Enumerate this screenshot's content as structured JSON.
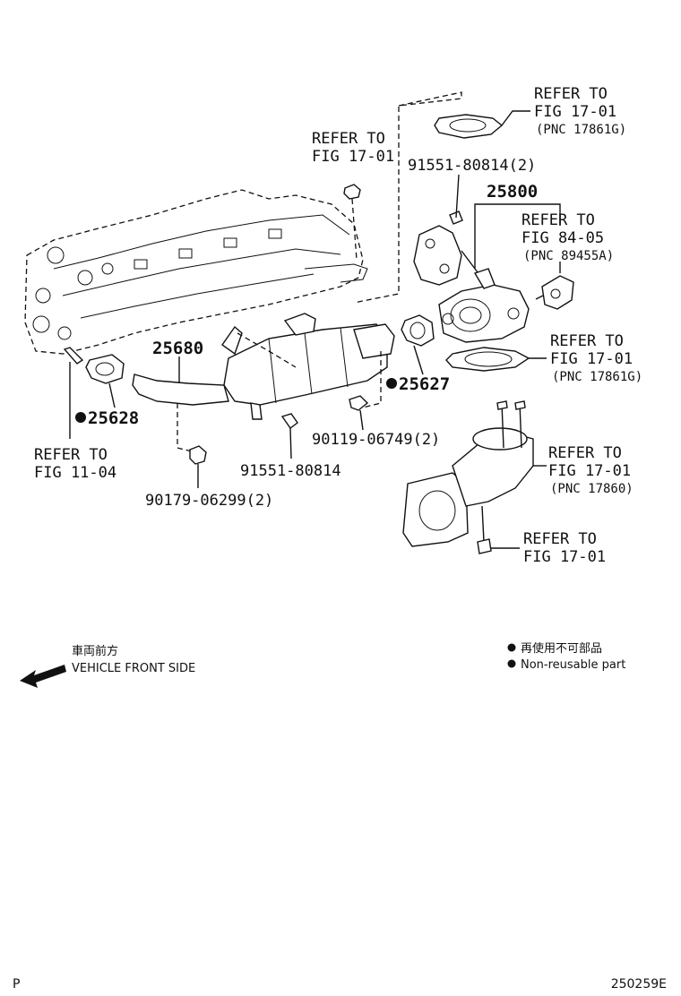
{
  "labels": {
    "refer_top_right_1": "REFER TO",
    "refer_top_right_2": "FIG 17-01",
    "refer_top_right_3": "(PNC 17861G)",
    "refer_top_mid_1": "REFER TO",
    "refer_top_mid_2": "FIG 17-01",
    "bolt_91551_2": "91551-80814(2)",
    "part_25800": "25800",
    "refer_84_1": "REFER TO",
    "refer_84_2": "FIG 84-05",
    "refer_84_3": "(PNC 89455A)",
    "part_25680": "25680",
    "refer_mid_right_1": "REFER TO",
    "refer_mid_right_2": "FIG 17-01",
    "refer_mid_right_3": "(PNC 17861G)",
    "part_25627": "25627",
    "part_25628": "25628",
    "bolt_90119": "90119-06749(2)",
    "refer_11_1": "REFER TO",
    "refer_11_2": "FIG 11-04",
    "bolt_91551_single": "91551-80814",
    "refer_17860_1": "REFER TO",
    "refer_17860_2": "FIG 17-01",
    "refer_17860_3": "(PNC 17860)",
    "nut_90179": "90179-06299(2)",
    "refer_bottom_1": "REFER TO",
    "refer_bottom_2": "FIG 17-01"
  },
  "legend": {
    "front_jp": "車両前方",
    "front_en": "VEHICLE FRONT SIDE",
    "nonreuse_jp": "再使用不可部品",
    "nonreuse_en": "Non-reusable part"
  },
  "footer": {
    "left": "P",
    "right": "250259E"
  }
}
